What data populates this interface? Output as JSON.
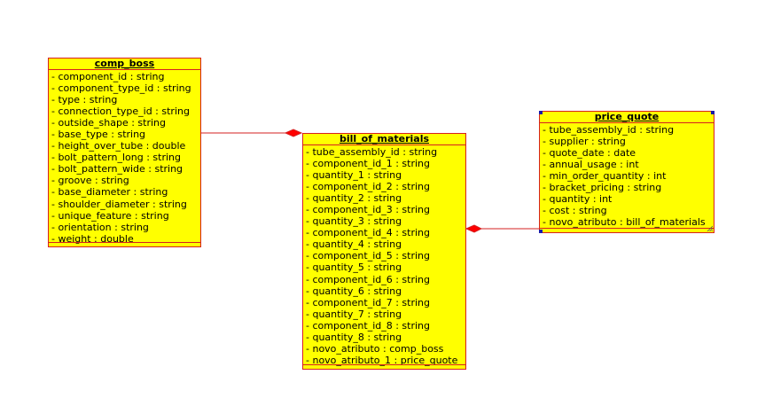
{
  "diagram": {
    "classes": {
      "comp_boss": {
        "title": "comp_boss",
        "attributes": [
          "- component_id : string",
          "- component_type_id : string",
          "- type : string",
          "- connection_type_id : string",
          "- outside_shape : string",
          "- base_type : string",
          "- height_over_tube : double",
          "- bolt_pattern_long : string",
          "- bolt_pattern_wide : string",
          "- groove : string",
          "- base_diameter : string",
          "- shoulder_diameter : string",
          "- unique_feature : string",
          "- orientation : string",
          "- weight : double"
        ]
      },
      "bill_of_materials": {
        "title": "bill_of_materials",
        "attributes": [
          "- tube_assembly_id : string",
          "- component_id_1 : string",
          "- quantity_1 : string",
          "- component_id_2 : string",
          "- quantity_2 : string",
          "- component_id_3 : string",
          "- quantity_3 : string",
          "- component_id_4 : string",
          "- quantity_4 : string",
          "- component_id_5 : string",
          "- quantity_5 : string",
          "- component_id_6 : string",
          "- quantity_6 : string",
          "- component_id_7 : string",
          "- quantity_7 : string",
          "- component_id_8 : string",
          "- quantity_8 : string",
          "- novo_atributo : comp_boss",
          "- novo_atributo_1 : price_quote"
        ]
      },
      "price_quote": {
        "title": "price_quote",
        "attributes": [
          "- tube_assembly_id : string",
          "- supplier : string",
          "- quote_date : date",
          "- annual_usage : int",
          "- min_order_quantity : int",
          "- bracket_pricing : string",
          "- quantity : int",
          "- cost : string",
          "- novo_atributo : bill_of_materials"
        ]
      }
    },
    "relationships": [
      {
        "from": "comp_boss",
        "to": "bill_of_materials",
        "end": "composition-diamond"
      },
      {
        "from": "price_quote",
        "to": "bill_of_materials",
        "end": "composition-diamond"
      }
    ],
    "colors": {
      "class_fill": "#ffff00",
      "border": "#d62020",
      "selection_handle": "#1a1aa8"
    }
  }
}
